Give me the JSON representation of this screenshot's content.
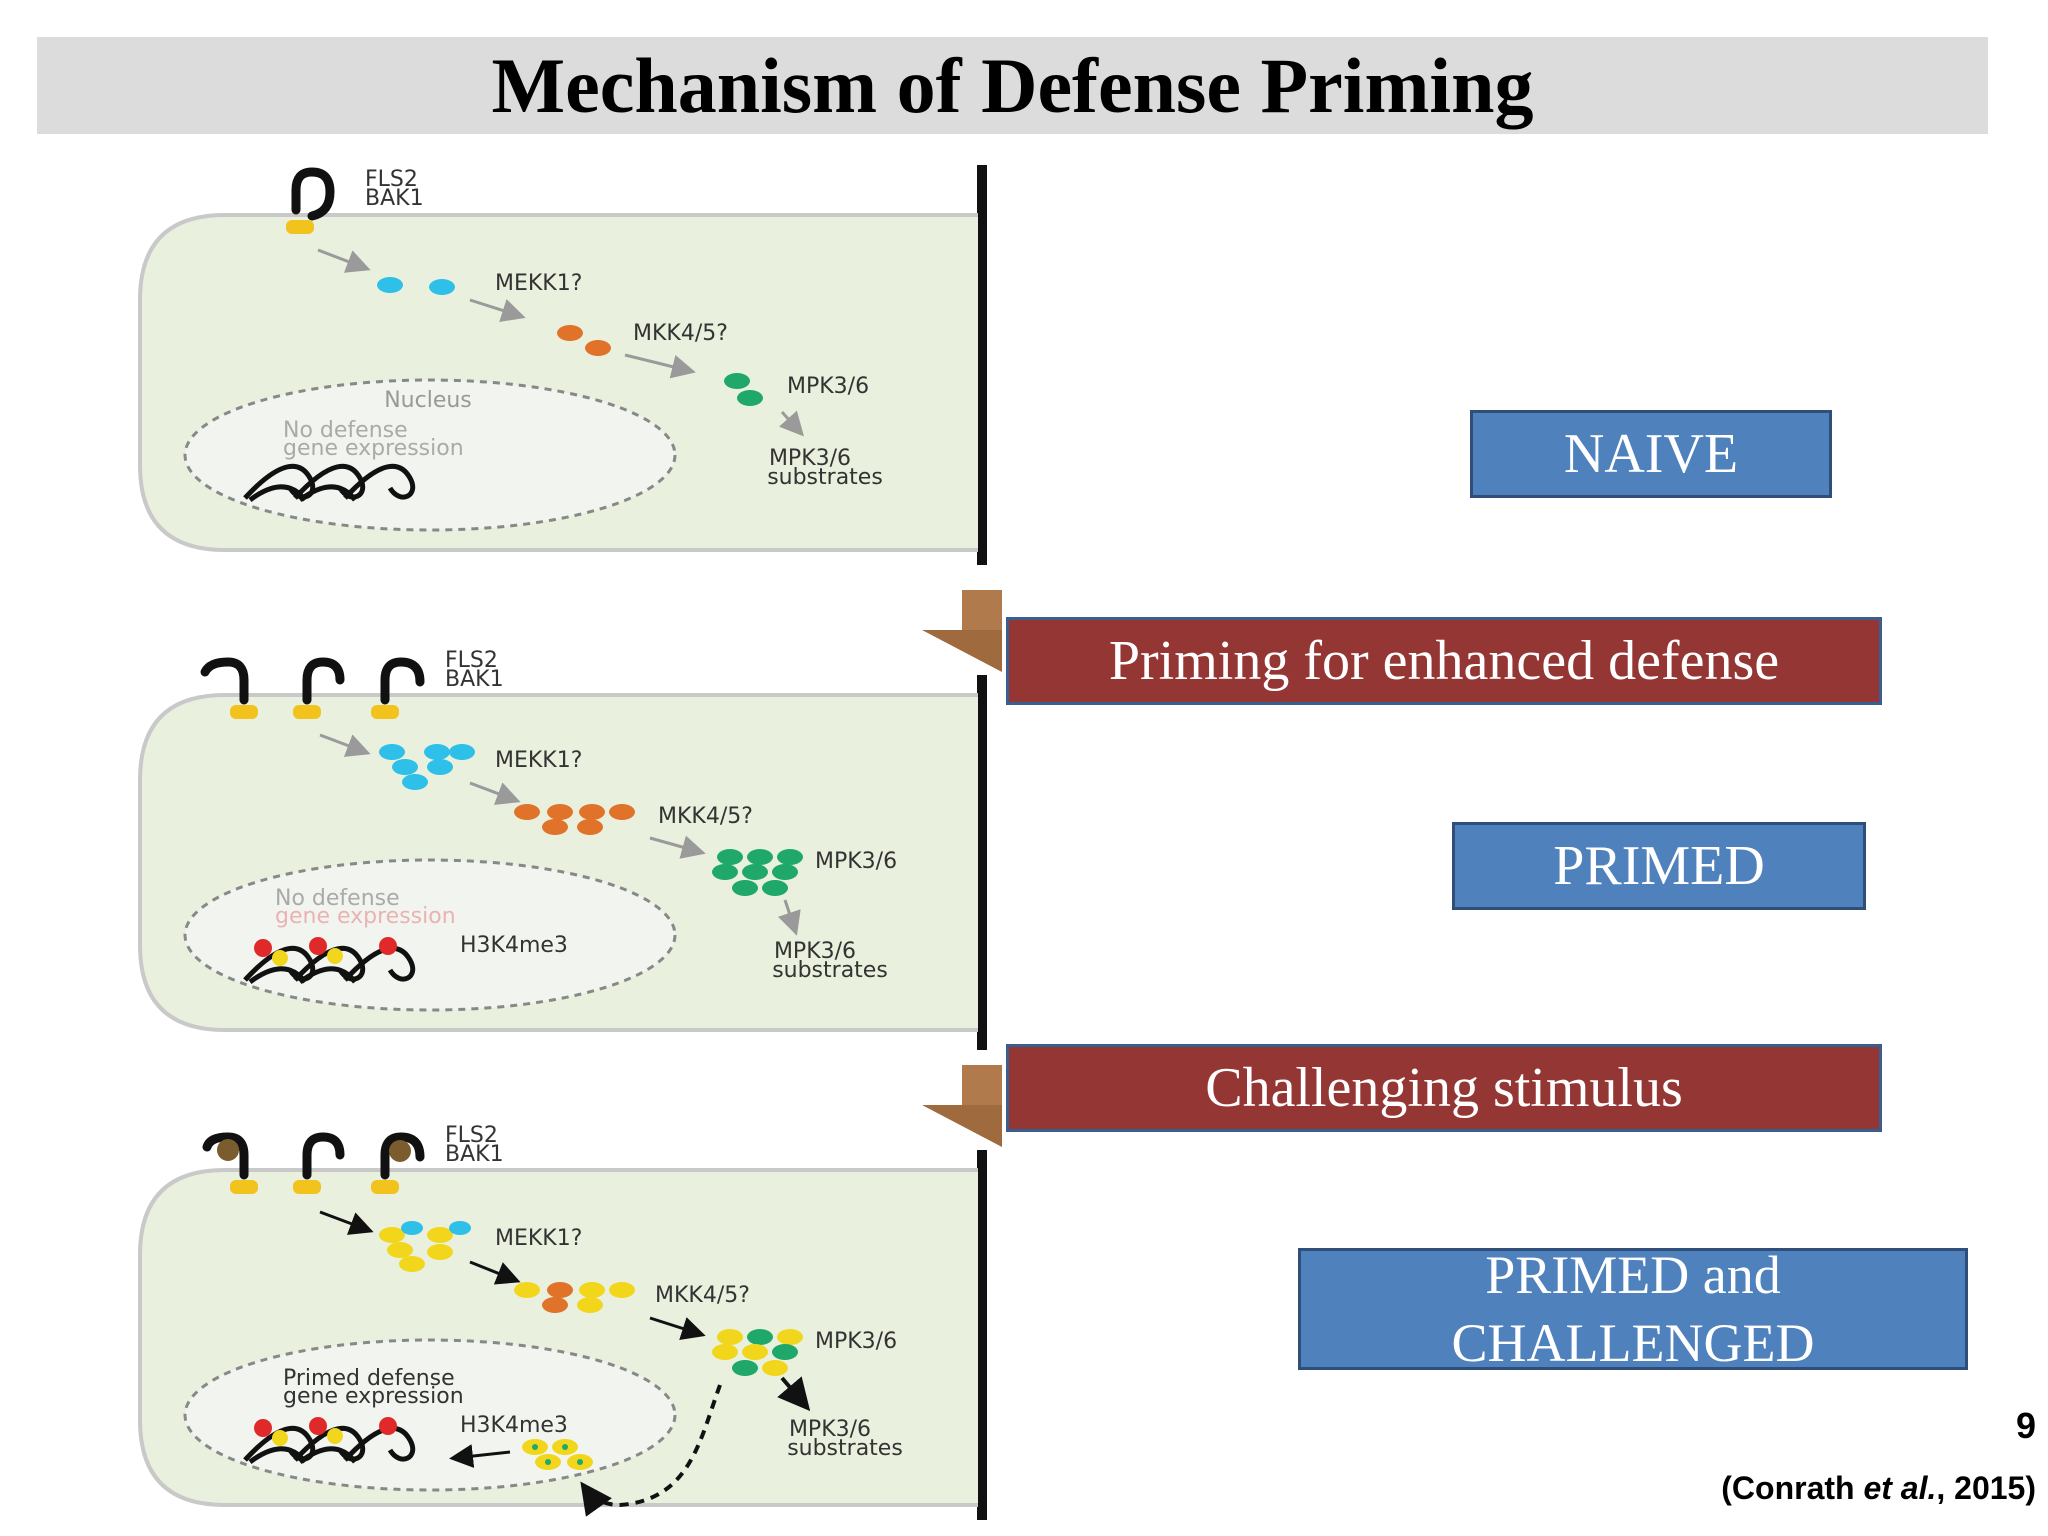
{
  "title": "Mechanism of Defense Priming",
  "panels": [
    {
      "receptor_label": [
        "FLS2",
        "BAK1"
      ],
      "mekk": "MEKK1?",
      "mkk": "MKK4/5?",
      "mpk": "MPK3/6",
      "substrates": [
        "MPK3/6",
        "substrates"
      ],
      "nucleus_label": "Nucleus",
      "gene_text": [
        "No defense",
        "gene expression"
      ],
      "histone_label": ""
    },
    {
      "receptor_label": [
        "FLS2",
        "BAK1"
      ],
      "mekk": "MEKK1?",
      "mkk": "MKK4/5?",
      "mpk": "MPK3/6",
      "substrates": [
        "MPK3/6",
        "substrates"
      ],
      "nucleus_label": "",
      "gene_text": [
        "No defense",
        "gene expression"
      ],
      "histone_label": "H3K4me3"
    },
    {
      "receptor_label": [
        "FLS2",
        "BAK1"
      ],
      "mekk": "MEKK1?",
      "mkk": "MKK4/5?",
      "mpk": "MPK3/6",
      "substrates": [
        "MPK3/6",
        "substrates"
      ],
      "nucleus_label": "",
      "gene_text": [
        "Primed defense",
        "gene expression"
      ],
      "histone_label": "H3K4me3"
    }
  ],
  "boxes": {
    "naive": "NAIVE",
    "priming": "Priming for enhanced defense",
    "primed": "PRIMED",
    "challenging": "Challenging stimulus",
    "primed_challenged": [
      "PRIMED and",
      "CHALLENGED"
    ]
  },
  "page_number": "9",
  "citation": {
    "prefix": "(Conrath ",
    "etal": "et al.",
    "suffix": ", 2015)"
  },
  "colors": {
    "blue_box": "#4f81bd",
    "red_box": "#943634",
    "cell_fill": "#e9f0de",
    "mekk": "#2ec0e8",
    "mkk": "#e0722a",
    "mpk": "#1fa86a",
    "yellow": "#f2d61c",
    "arrow_brown": "#b07a4c"
  }
}
